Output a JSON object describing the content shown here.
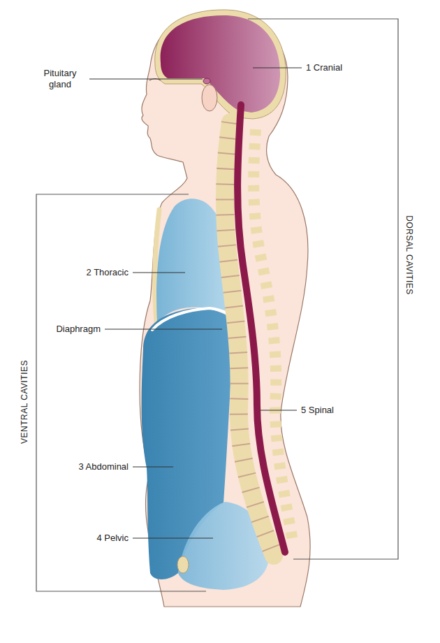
{
  "diagram": {
    "labels": [
      "Pituitary gland",
      "1 Cranial",
      "2 Thoracic",
      "Diaphragm",
      "3 Abdominal",
      "4 Pelvic",
      "5 Spinal",
      "DORSAL CAVITIES",
      "VENTRAL CAVITIES"
    ]
  }
}
